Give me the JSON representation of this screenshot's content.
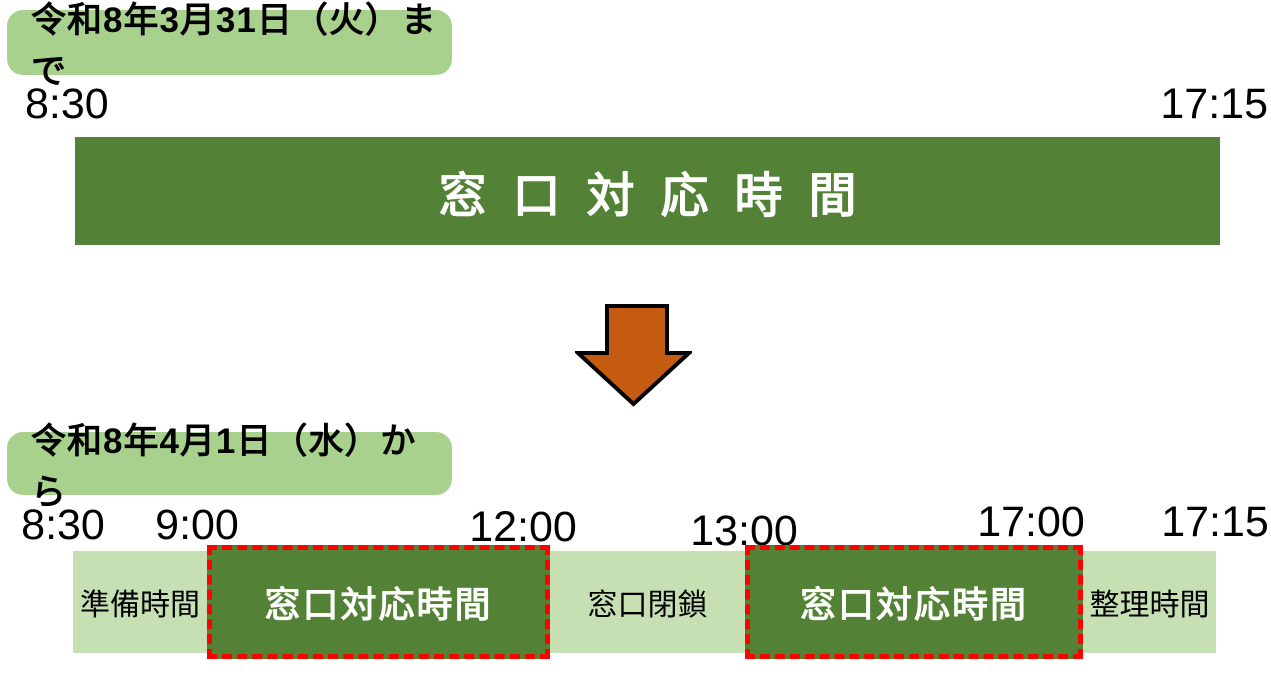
{
  "colors": {
    "dark_green": "#538135",
    "label_green": "#a9d18e",
    "light_green": "#c6e0b4",
    "arrow_orange": "#c55a11",
    "dashed_border_red": "#ff0000",
    "text_black": "#000000",
    "text_white": "#ffffff"
  },
  "before": {
    "period_label": "令和8年3月31日（火）まで",
    "start_time": "8:30",
    "end_time": "17:15",
    "bar_label": "窓口対応時間"
  },
  "arrow": {
    "meaning": "change-from-old-to-new-schedule"
  },
  "after": {
    "period_label": "令和8年4月1日（水）から",
    "times": [
      "8:30",
      "9:00",
      "12:00",
      "13:00",
      "17:00",
      "17:15"
    ],
    "segments": [
      {
        "label": "準備時間",
        "type": "closed",
        "start": "8:30",
        "end": "9:00"
      },
      {
        "label": "窓口対応時間",
        "type": "open",
        "start": "9:00",
        "end": "12:00"
      },
      {
        "label": "窓口閉鎖",
        "type": "closed",
        "start": "12:00",
        "end": "13:00"
      },
      {
        "label": "窓口対応時間",
        "type": "open",
        "start": "13:00",
        "end": "17:00"
      },
      {
        "label": "整理時間",
        "type": "closed",
        "start": "17:00",
        "end": "17:15"
      }
    ]
  }
}
